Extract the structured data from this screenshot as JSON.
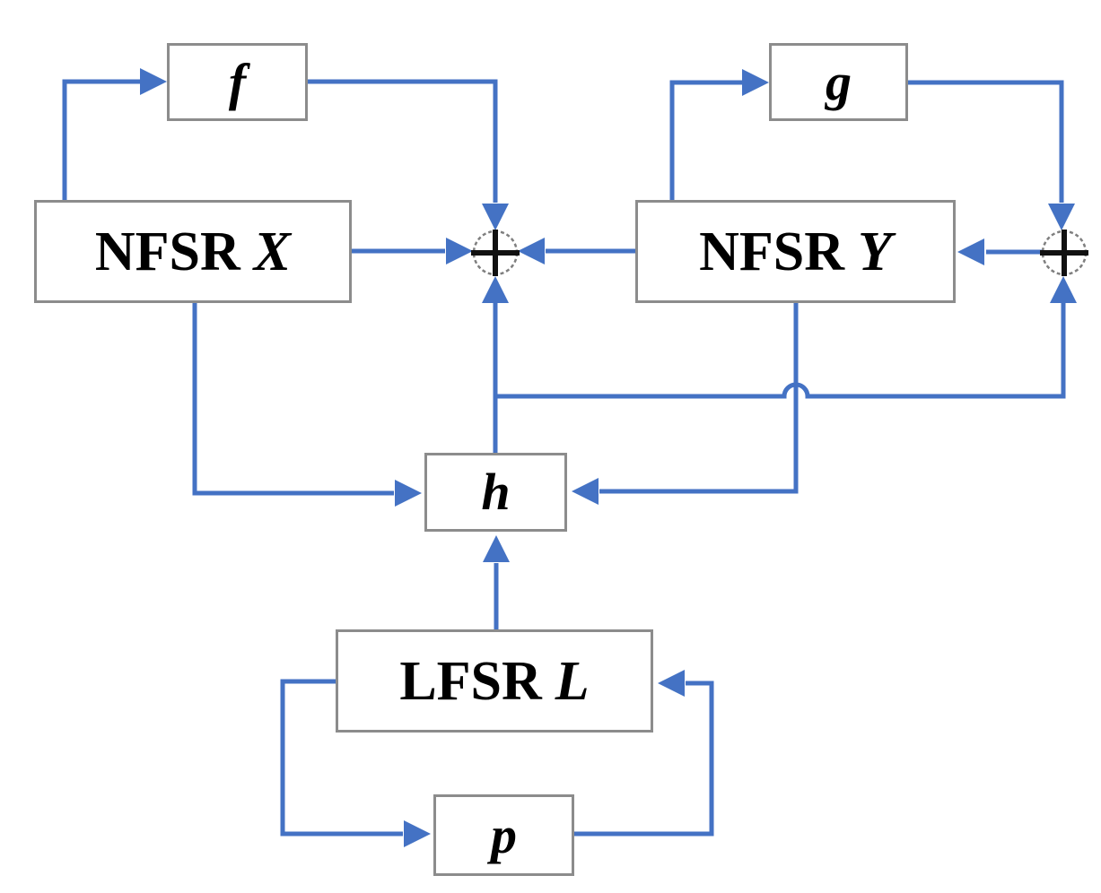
{
  "diagram": {
    "type": "block-diagram",
    "description": "Keystream generator structure with two NFSRs, one LFSR, feedback functions f, g, p, filter function h and two XOR combiners",
    "colors": {
      "line": "#4472c4",
      "box-border": "#8c8c8c",
      "box-fill": "#ffffff",
      "text": "#000000",
      "xor-cross": "#111111",
      "xor-ring": "#7f7f7f",
      "background": "#ffffff"
    },
    "boxes": {
      "f": {
        "label": "f"
      },
      "g": {
        "label": "g"
      },
      "h": {
        "label": "h"
      },
      "p": {
        "label": "p"
      },
      "nfsr_x": {
        "prefix": "NFSR",
        "suffix": "X"
      },
      "nfsr_y": {
        "prefix": "NFSR",
        "suffix": "Y"
      },
      "lfsr_l": {
        "prefix": "LFSR",
        "suffix": "L"
      }
    },
    "xor_gates": [
      {
        "id": "xor-center",
        "symbol": "⊕"
      },
      {
        "id": "xor-right",
        "symbol": "⊕"
      }
    ],
    "edges": [
      {
        "from": "NFSR X",
        "to": "f"
      },
      {
        "from": "f",
        "to": "xor-center"
      },
      {
        "from": "NFSR X",
        "to": "xor-center"
      },
      {
        "from": "NFSR Y",
        "to": "xor-center"
      },
      {
        "from": "NFSR Y",
        "to": "g"
      },
      {
        "from": "g",
        "to": "xor-right"
      },
      {
        "from": "xor-right",
        "to": "NFSR Y"
      },
      {
        "from": "h",
        "to": "xor-center"
      },
      {
        "from": "h",
        "to": "xor-right"
      },
      {
        "from": "NFSR Y",
        "to": "h"
      },
      {
        "from": "NFSR X",
        "to": "h"
      },
      {
        "from": "LFSR L",
        "to": "h"
      },
      {
        "from": "LFSR L",
        "to": "p"
      },
      {
        "from": "p",
        "to": "LFSR L"
      }
    ]
  }
}
